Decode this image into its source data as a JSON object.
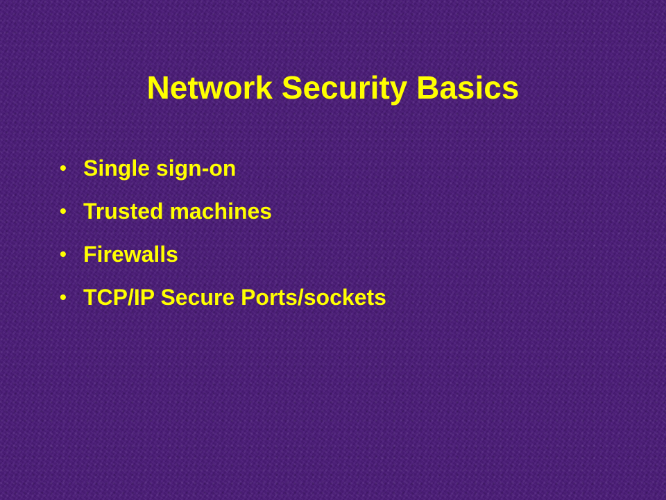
{
  "slide": {
    "title": "Network Security Basics",
    "bullets": [
      "Single sign-on",
      "Trusted machines",
      "Firewalls",
      "TCP/IP Secure Ports/sockets"
    ],
    "colors": {
      "background": "#4a1a78",
      "text": "#ffff00"
    }
  }
}
